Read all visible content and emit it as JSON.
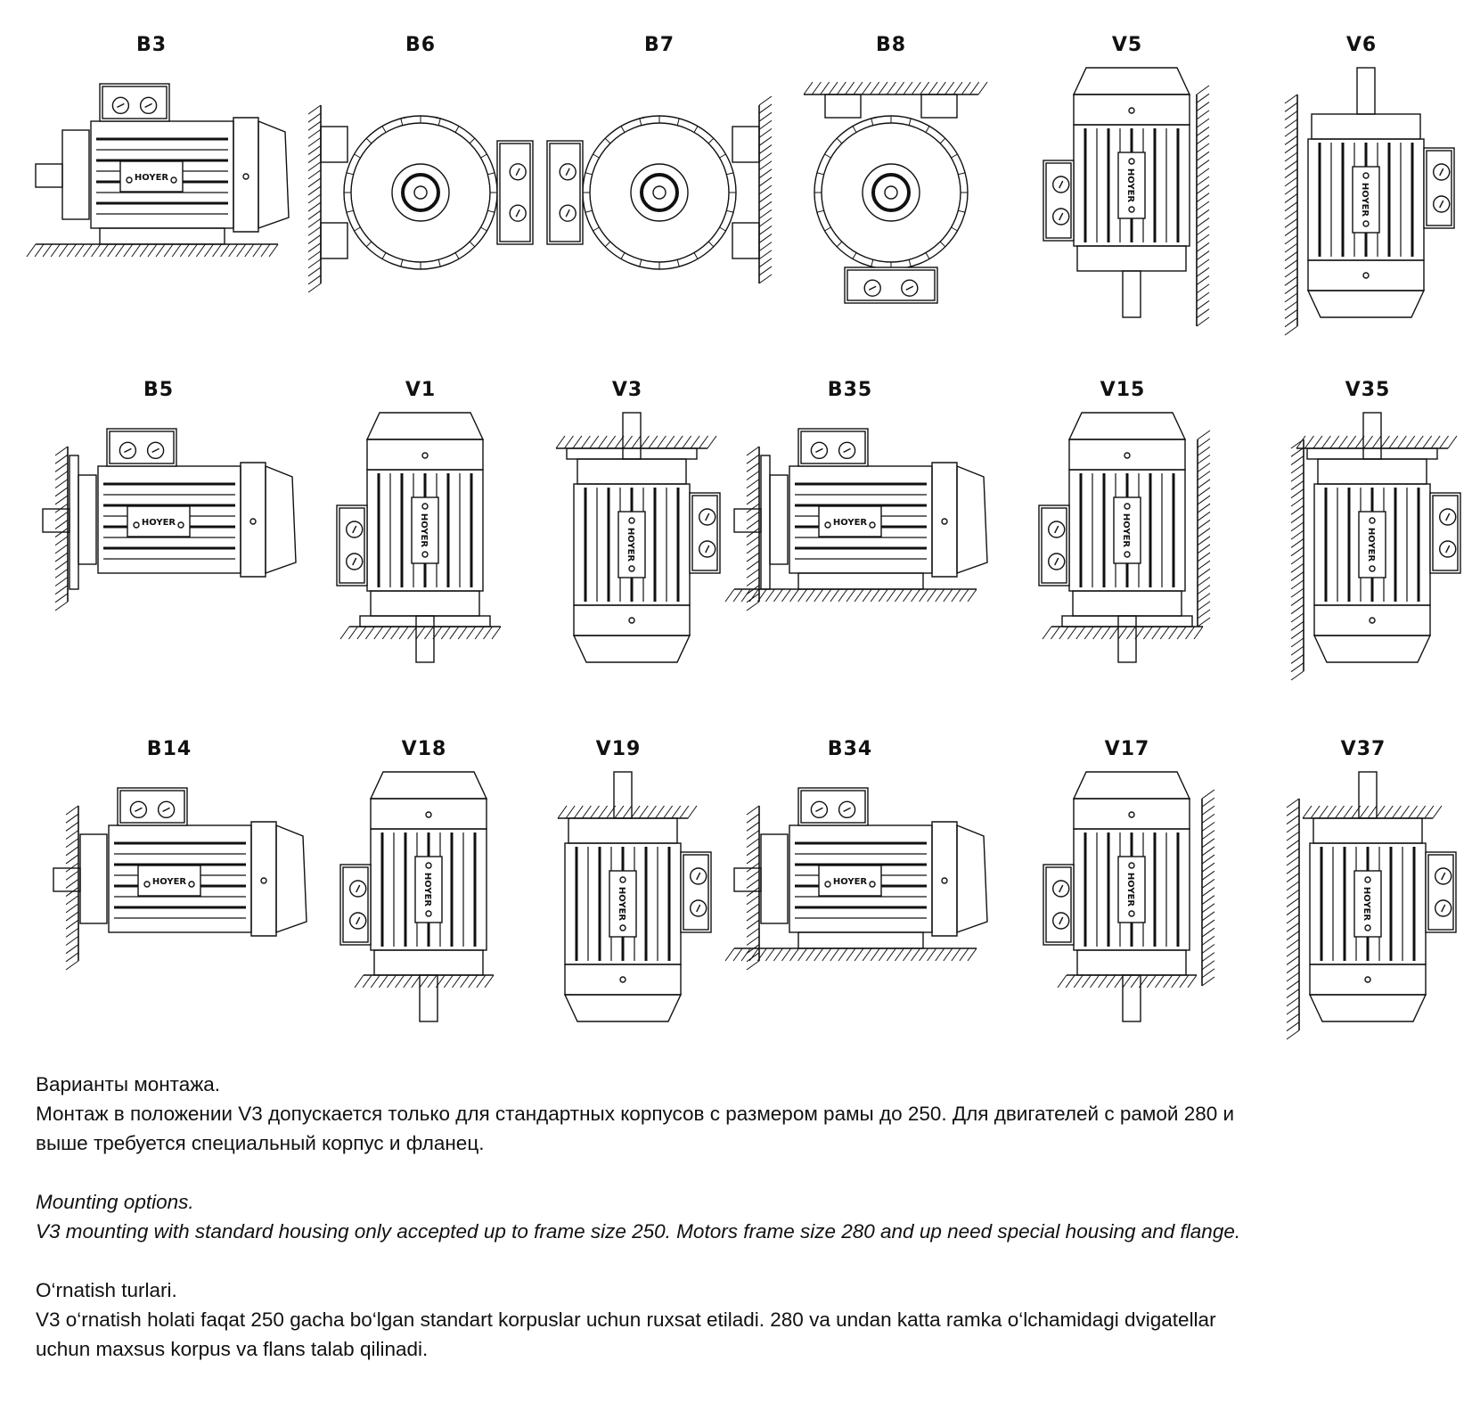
{
  "brand_plate": "HOYER",
  "figures": [
    {
      "label": "B3",
      "view": "side",
      "shaft": "left",
      "mount": [
        "floor"
      ]
    },
    {
      "label": "B6",
      "view": "end",
      "box": "right",
      "mount": [
        "wall-left"
      ]
    },
    {
      "label": "B7",
      "view": "end",
      "box": "left",
      "mount": [
        "wall-right"
      ]
    },
    {
      "label": "B8",
      "view": "end",
      "box": "bottom",
      "mount": [
        "ceiling"
      ]
    },
    {
      "label": "V5",
      "view": "vertical",
      "shaft": "down",
      "box": "left",
      "mount": [
        "wall-right"
      ]
    },
    {
      "label": "V6",
      "view": "vertical",
      "shaft": "up",
      "box": "right",
      "mount": [
        "wall-left"
      ]
    },
    {
      "label": "B5",
      "view": "side",
      "shaft": "left",
      "mount": [
        "flange-left"
      ]
    },
    {
      "label": "V1",
      "view": "vertical",
      "shaft": "down",
      "box": "left",
      "mount": [
        "flange-bottom"
      ]
    },
    {
      "label": "V3",
      "view": "vertical",
      "shaft": "up",
      "box": "right",
      "mount": [
        "flange-top"
      ]
    },
    {
      "label": "B35",
      "view": "side",
      "shaft": "left",
      "mount": [
        "flange-left",
        "floor"
      ]
    },
    {
      "label": "V15",
      "view": "vertical",
      "shaft": "down",
      "box": "left",
      "mount": [
        "flange-bottom",
        "wall-right"
      ]
    },
    {
      "label": "V35",
      "view": "vertical",
      "shaft": "up",
      "box": "right",
      "mount": [
        "flange-top",
        "wall-left"
      ]
    },
    {
      "label": "B14",
      "view": "side",
      "shaft": "left",
      "mount": [
        "face-left"
      ]
    },
    {
      "label": "V18",
      "view": "vertical",
      "shaft": "down",
      "box": "left",
      "mount": [
        "face-bottom"
      ]
    },
    {
      "label": "V19",
      "view": "vertical",
      "shaft": "up",
      "box": "right",
      "mount": [
        "face-top"
      ]
    },
    {
      "label": "B34",
      "view": "side",
      "shaft": "left",
      "mount": [
        "face-left",
        "floor"
      ]
    },
    {
      "label": "V17",
      "view": "vertical",
      "shaft": "down",
      "box": "left",
      "mount": [
        "face-bottom",
        "wall-right"
      ]
    },
    {
      "label": "V37",
      "view": "vertical",
      "shaft": "up",
      "box": "right",
      "mount": [
        "face-top",
        "wall-left"
      ]
    }
  ],
  "caption": {
    "ru": {
      "title": "Варианты монтажа.",
      "line1": "Монтаж в положении V3 допускается только для стандартных корпусов с размером рамы до 250. Для двигателей с рамой 280 и",
      "line2": "выше требуется специальный корпус и фланец."
    },
    "en": {
      "title": "Mounting options.",
      "line1": "V3 mounting with standard housing only accepted up to frame size 250. Motors frame size 280 and up need special housing and flange."
    },
    "uz": {
      "title": "O‘rnatish turlari.",
      "line1": "V3 o‘rnatish holati faqat 250 gacha bo‘lgan standart korpuslar uchun ruxsat etiladi. 280 va undan katta ramka o‘lchamidagi dvigatellar",
      "line2": "uchun maxsus korpus va flans talab qilinadi."
    }
  }
}
